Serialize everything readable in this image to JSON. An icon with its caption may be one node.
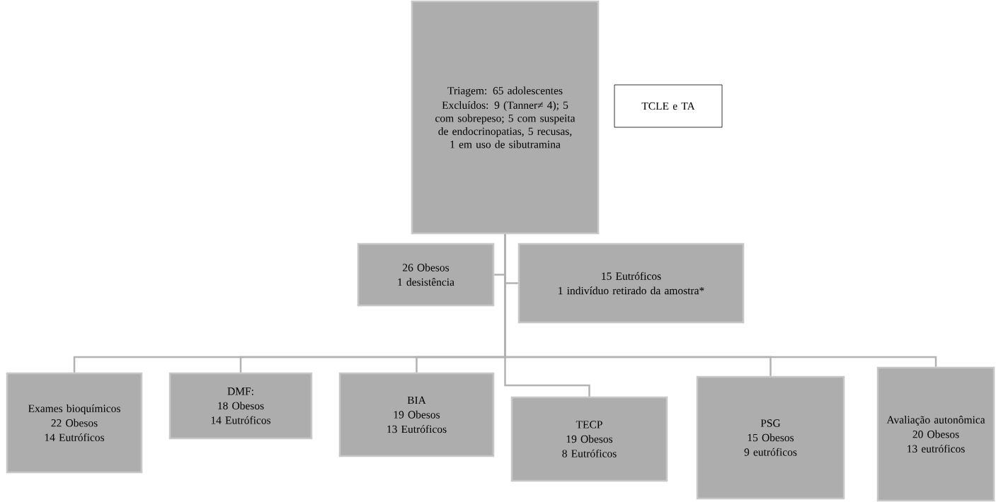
{
  "diagram": {
    "nodes": [
      {
        "text": [
          "Triagem: 65 adolescentes",
          "Excluídos: 9 (Tanner≠ 4); 5 com sobrepeso; 5 com suspeita de endocrinopatias, 5 recusas, 1 em uso de sibutramina"
        ]
      },
      {
        "text": [
          "26 Obesos",
          "1 desistência"
        ]
      },
      {
        "text": [
          "15 Eutróficos",
          "1 indivíduo retirado da amostra*"
        ]
      },
      {
        "text": [
          "TCLE e TA"
        ]
      },
      {
        "text": [
          "Exames bioquímicos",
          "22 Obesos",
          "14 Eutróficos"
        ]
      },
      {
        "text": [
          "DMF:",
          "18 Obesos",
          "14 Eutróficos"
        ]
      },
      {
        "text": [
          "BIA",
          "19 Obesos",
          "13 Eutróficos"
        ]
      },
      {
        "text": [
          "TECP",
          "19 Obesos",
          "8 Eutróficos"
        ]
      },
      {
        "text": [
          "PSG",
          "15 Obesos",
          "9 eutróficos"
        ]
      },
      {
        "text": [
          "Avaliação autonômica",
          "20 Obesos",
          "13 eutróficos"
        ]
      }
    ],
    "edges": [
      {
        "from": 0,
        "to": 1,
        "arrow": "none"
      },
      {
        "from": 0,
        "to": 2,
        "arrow": "none"
      },
      {
        "from": 0,
        "to": 4,
        "arrow": "none"
      },
      {
        "from": 0,
        "to": 5,
        "arrow": "none"
      },
      {
        "from": 0,
        "to": 6,
        "arrow": "none"
      },
      {
        "from": 0,
        "to": 7,
        "arrow": "none"
      },
      {
        "from": 0,
        "to": 8,
        "arrow": "none"
      },
      {
        "from": 0,
        "to": 9,
        "arrow": "none"
      }
    ]
  }
}
